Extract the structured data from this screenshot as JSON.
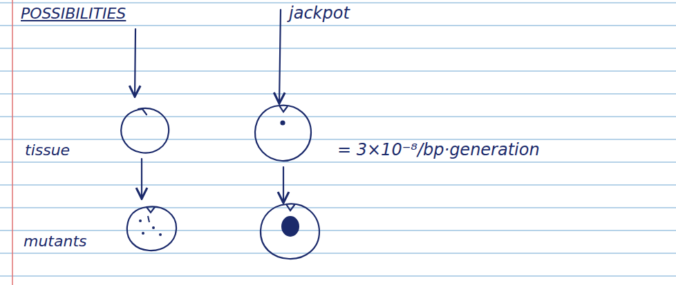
{
  "diagram": {
    "title": "POSSIBILITIES",
    "labels": [
      "jackpot",
      "tissue",
      "= 3×10⁻⁸/bp·generation",
      "mutants"
    ]
  }
}
